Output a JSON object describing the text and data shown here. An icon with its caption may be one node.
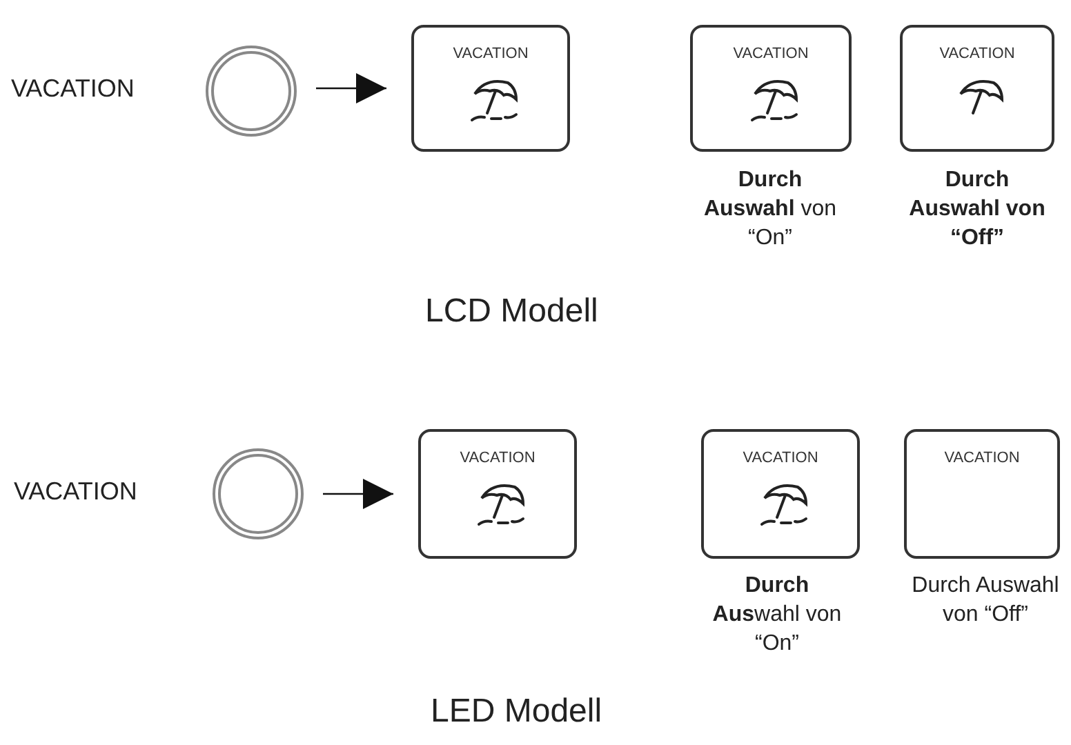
{
  "diagram": {
    "nodes": [
      {
        "text": [],
        "shape": "circle",
        "beside": [
          "VACATION"
        ]
      },
      {
        "text": [
          "VACATION"
        ]
      },
      {
        "text": [
          "VACATION"
        ],
        "beside": [
          "**Durch Auswahl** von “On”"
        ]
      },
      {
        "text": [
          "VACATION"
        ],
        "beside": [
          "Durch Auswahl von “Off”"
        ]
      },
      {
        "text": [],
        "shape": "circle",
        "beside": [
          "VACATION"
        ]
      },
      {
        "text": [
          "VACATION"
        ]
      },
      {
        "text": [
          "VACATION"
        ],
        "beside": [
          "**Durch Aus**wahl von “On”"
        ]
      },
      {
        "text": [
          "VACATION"
        ],
        "beside": [
          "Durch Auswahl von “Off”"
        ]
      }
    ],
    "edges": [
      {
        "from": 0,
        "to": 1,
        "arrow": "to"
      },
      {
        "from": 4,
        "to": 5,
        "arrow": "to"
      }
    ],
    "labels": [
      "LCD Modell",
      "LED Modell"
    ]
  }
}
